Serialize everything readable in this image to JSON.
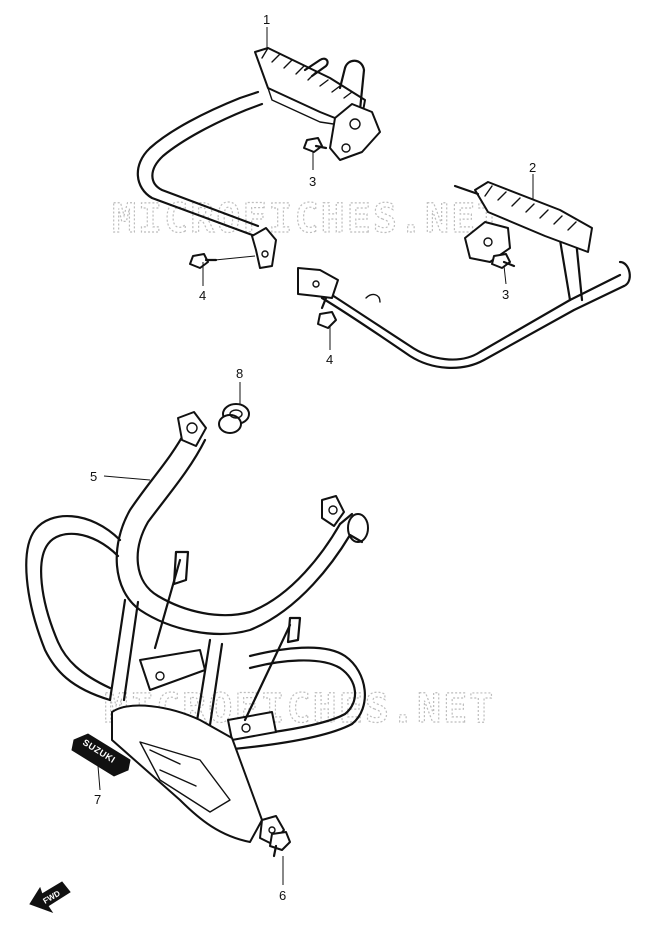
{
  "watermark": {
    "top": "MICROFICHES.NET",
    "bottom": "MICROFICHES.NET"
  },
  "callouts": {
    "c1": "1",
    "c2": "2",
    "c3a": "3",
    "c3b": "3",
    "c4a": "4",
    "c4b": "4",
    "c5": "5",
    "c6": "6",
    "c7": "7",
    "c8": "8"
  },
  "emblem": {
    "text": "SUZUKI"
  },
  "fwd": {
    "text": "FWD"
  },
  "icons": [
    "footrest-right",
    "footrest-left",
    "bolt",
    "grommet",
    "front-guard",
    "emblem",
    "fwd-arrow-icon"
  ]
}
